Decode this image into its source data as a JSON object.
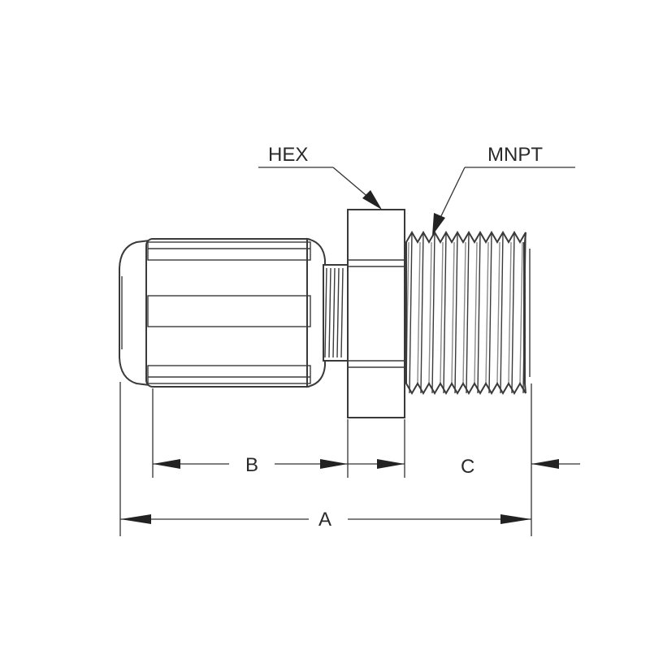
{
  "labels": {
    "hex": "HEX",
    "mnpt": "MNPT",
    "dim_a": "A",
    "dim_b": "B",
    "dim_c": "C"
  },
  "colors": {
    "line": "#3a3a3a",
    "background": "#ffffff"
  }
}
